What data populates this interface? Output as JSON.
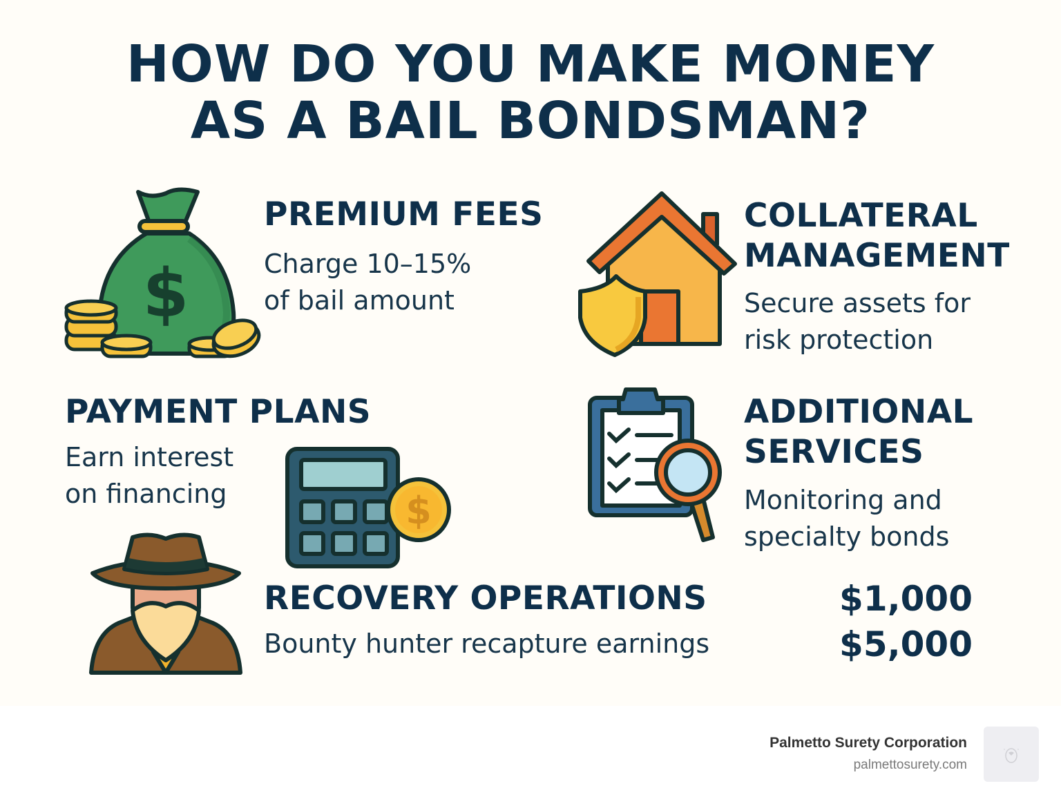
{
  "title": {
    "line1": "HOW DO YOU MAKE MONEY",
    "line2": "AS A BAIL BONDSMAN?"
  },
  "sections": [
    {
      "id": "premium-fees",
      "heading": [
        "PREMIUM FEES"
      ],
      "description": [
        "Charge 10–15%",
        "of bail amount"
      ],
      "icon": "money-bag-with-coins-icon"
    },
    {
      "id": "collateral-management",
      "heading": [
        "COLLATERAL",
        "MANAGEMENT"
      ],
      "description": [
        "Secure assets for",
        "risk protection"
      ],
      "icon": "house-with-shield-icon"
    },
    {
      "id": "payment-plans",
      "heading": [
        "PAYMENT PLANS"
      ],
      "description": [
        "Earn interest",
        "on financing"
      ],
      "icon": "calculator-with-coin-icon"
    },
    {
      "id": "additional-services",
      "heading": [
        "ADDITIONAL",
        "SERVICES"
      ],
      "description": [
        "Monitoring and",
        "specialty bonds"
      ],
      "icon": "clipboard-checklist-magnifier-icon"
    },
    {
      "id": "recovery-operations",
      "heading": [
        "RECOVERY OPERATIONS"
      ],
      "description": [
        "Bounty hunter recapture earnings"
      ],
      "icon": "bounty-hunter-icon",
      "amounts": [
        "$1,000",
        "$5,000"
      ]
    }
  ],
  "footer": {
    "brand_name": "Palmetto Surety Corporation",
    "brand_url": "palmettosurety.com",
    "logo_icon": "bear-logo-icon"
  },
  "colors": {
    "background": "#fffdf8",
    "heading_navy": "#0e2f4a",
    "money_green": "#3f9a5b",
    "coin_gold": "#f5c23a",
    "roof_orange": "#ea7632",
    "house_yellow": "#f7b64a",
    "clipboard_blue": "#3a6f9c",
    "calculator_slate": "#2d5a6e",
    "hunter_brown": "#8a5a2c",
    "outline": "#15302e"
  }
}
